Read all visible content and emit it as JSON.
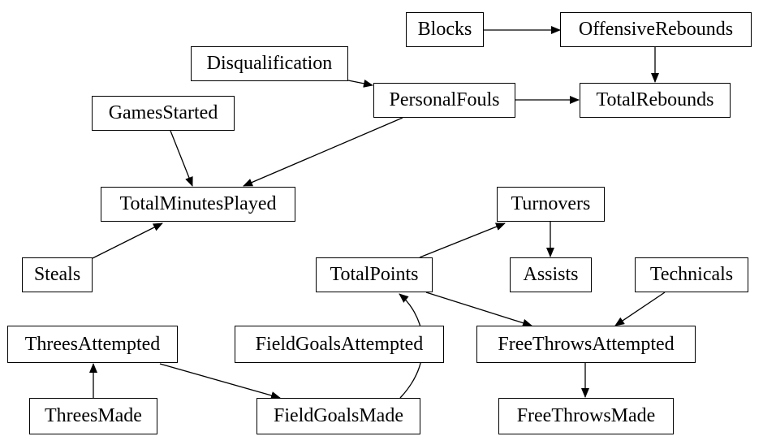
{
  "nodes": {
    "blocks": "Blocks",
    "offensive_rebounds": "OffensiveRebounds",
    "disqualification": "Disqualification",
    "personal_fouls": "PersonalFouls",
    "total_rebounds": "TotalRebounds",
    "games_started": "GamesStarted",
    "total_minutes_played": "TotalMinutesPlayed",
    "turnovers": "Turnovers",
    "steals": "Steals",
    "total_points": "TotalPoints",
    "assists": "Assists",
    "technicals": "Technicals",
    "threes_attempted": "ThreesAttempted",
    "field_goals_attempted": "FieldGoalsAttempted",
    "free_throws_attempted": "FreeThrowsAttempted",
    "threes_made": "ThreesMade",
    "field_goals_made": "FieldGoalsMade",
    "free_throws_made": "FreeThrowsMade"
  },
  "edges": [
    {
      "from": "blocks",
      "to": "offensive_rebounds"
    },
    {
      "from": "offensive_rebounds",
      "to": "total_rebounds"
    },
    {
      "from": "disqualification",
      "to": "personal_fouls"
    },
    {
      "from": "personal_fouls",
      "to": "total_rebounds"
    },
    {
      "from": "personal_fouls",
      "to": "total_minutes_played"
    },
    {
      "from": "games_started",
      "to": "total_minutes_played"
    },
    {
      "from": "steals",
      "to": "total_minutes_played"
    },
    {
      "from": "total_points",
      "to": "turnovers"
    },
    {
      "from": "turnovers",
      "to": "assists"
    },
    {
      "from": "total_points",
      "to": "free_throws_attempted"
    },
    {
      "from": "technicals",
      "to": "free_throws_attempted"
    },
    {
      "from": "threes_made",
      "to": "threes_attempted"
    },
    {
      "from": "threes_attempted",
      "to": "field_goals_made"
    },
    {
      "from": "field_goals_made",
      "to": "total_points"
    },
    {
      "from": "free_throws_attempted",
      "to": "free_throws_made"
    }
  ]
}
